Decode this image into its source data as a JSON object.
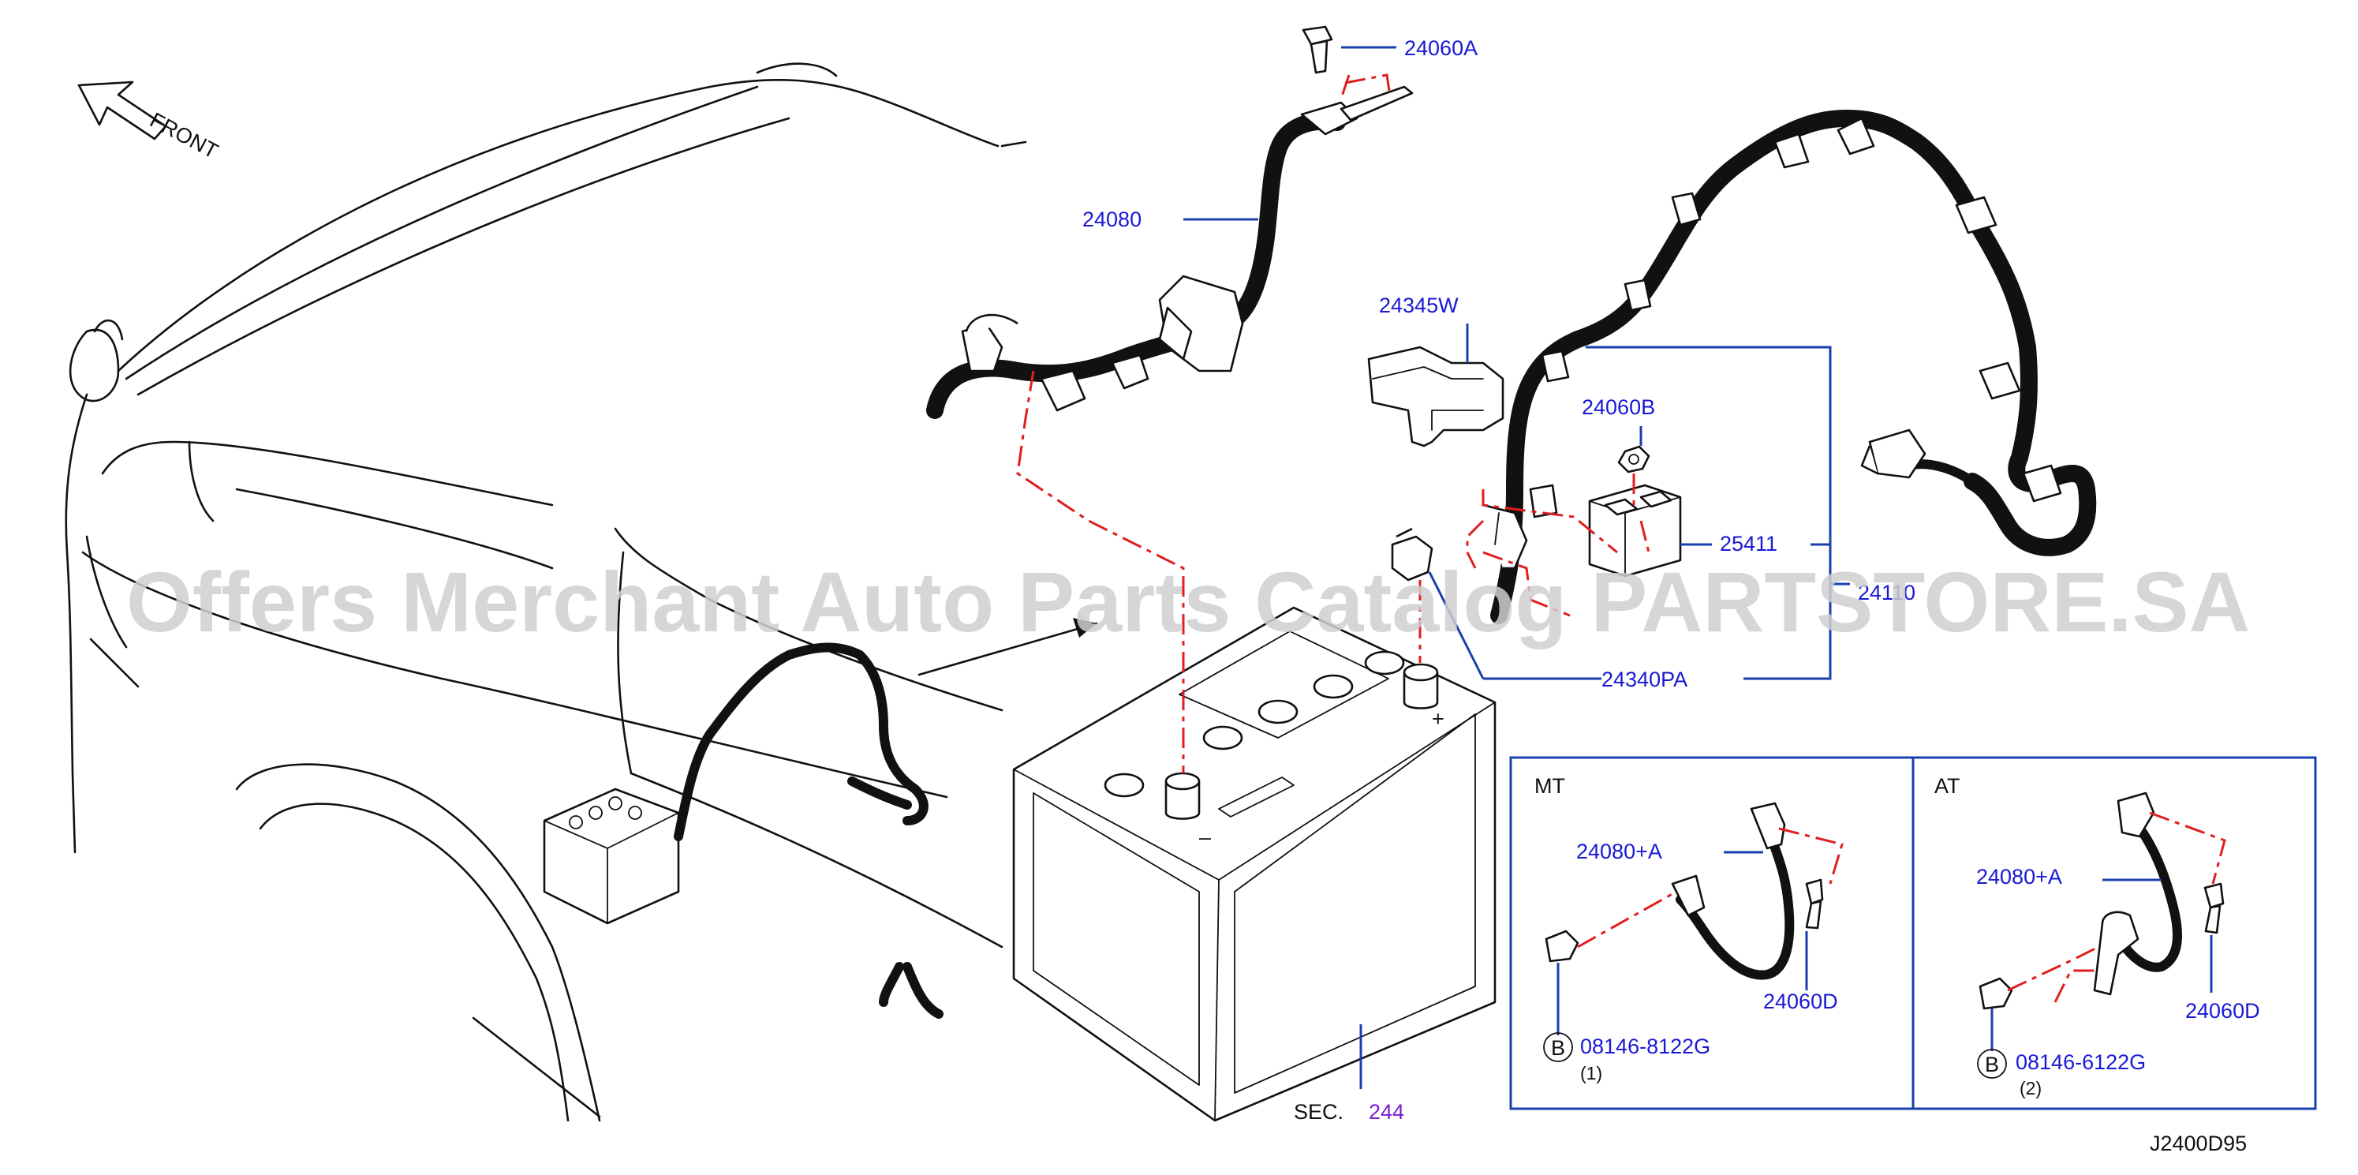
{
  "diagram": {
    "direction_label": "FRONT",
    "watermark": "Offers Merchant Auto Parts Catalog PARTSTORE.SA",
    "drawing_code": "J2400D95",
    "section_prefix": "SEC.",
    "section_number": "244",
    "callouts": {
      "p24060A": "24060A",
      "p24080": "24080",
      "p24345W": "24345W",
      "p24060B": "24060B",
      "p25411": "25411",
      "p24110": "24110",
      "p24340PA": "24340PA"
    },
    "inset_mt": {
      "title": "MT",
      "cable": "24080+A",
      "bolt": "24060D",
      "marker": "B",
      "screw": "08146-8122G",
      "qty": "(1)"
    },
    "inset_at": {
      "title": "AT",
      "cable": "24080+A",
      "bolt": "24060D",
      "marker": "B",
      "screw": "08146-6122G",
      "qty": "(2)"
    }
  }
}
